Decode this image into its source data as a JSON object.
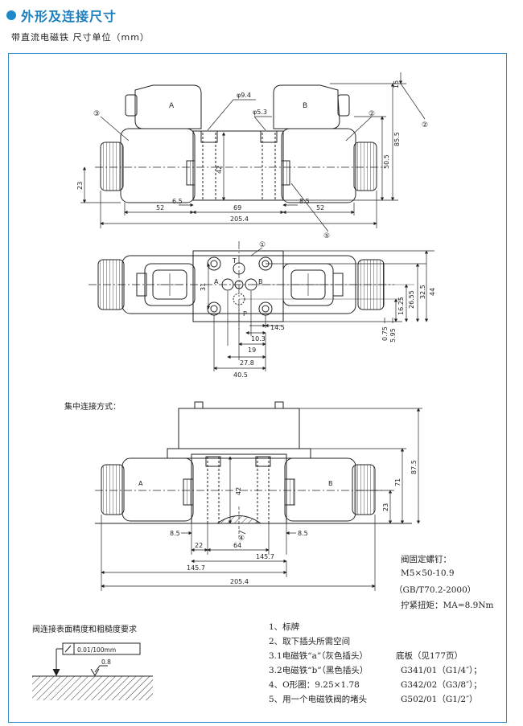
{
  "header": {
    "title": "外形及连接尺寸",
    "subtitle": "带直流电磁铁  尺寸单位（mm）"
  },
  "top_view": {
    "solenoid_a": "A",
    "solenoid_b": "B",
    "callout_2": "②",
    "callout_3": "③",
    "callout_5": "⑤",
    "dims": {
      "d_phi94": "φ9.4",
      "d_phi53": "φ5.3",
      "d_15": "15",
      "d_855": "85.5",
      "d_505": "50.5",
      "d_42": "42",
      "d_23": "23",
      "d_65": "6.5",
      "d_85": "8.5",
      "d_52l": "52",
      "d_69": "69",
      "d_52r": "52",
      "d_2054": "205.4"
    }
  },
  "plan_view": {
    "callout_1": "①",
    "port_t": "T",
    "port_a": "A",
    "port_b": "B",
    "port_p": "P",
    "dims": {
      "d_31": "31",
      "d_2655": "26.55",
      "d_325": "32.5",
      "d_44": "44",
      "d_1625": "16.25",
      "d_075": "0.75",
      "d_595": "5.95",
      "d_103": "10.3",
      "d_145": "14.5",
      "d_19": "19",
      "d_278": "27.8",
      "d_405": "40.5"
    }
  },
  "central_view": {
    "label": "集中连接方式：",
    "solenoid_a": "A",
    "solenoid_b": "B",
    "callout_4": "④",
    "dims": {
      "d_42": "42",
      "d_875": "87.5",
      "d_71": "71",
      "d_23": "23",
      "d_85l": "8.5",
      "d_85r": "8.5",
      "d_22": "22",
      "d_64": "64",
      "d_1457a": "145.7",
      "d_1457b": "145.7",
      "d_2054": "205.4"
    }
  },
  "bolts": {
    "title": "阀固定螺钉：",
    "spec": "M5×50-10.9",
    "standard": "（GB/T70.2-2000）",
    "torque": "拧紧扭矩：MA=8.9Nm"
  },
  "surface": {
    "title": "阀连接表面精度和粗糙度要求",
    "flatness": "0.01/100mm",
    "roughness": "0.8"
  },
  "legend": {
    "items": [
      "1、标牌",
      "2、取下插头所需空间",
      "3.1电磁铁“a”（灰色插头）",
      "3.2电磁铁“b”（黑色插头）",
      "4、O形圈：9.25×1.78",
      "5、用一个电磁铁阀的堵头"
    ],
    "subplate_title": "底板（见177页）",
    "subplates": [
      "G341/01（G1/4″）；",
      "G342/02（G3/8″）；",
      "G502/01（G1/2″）"
    ]
  }
}
